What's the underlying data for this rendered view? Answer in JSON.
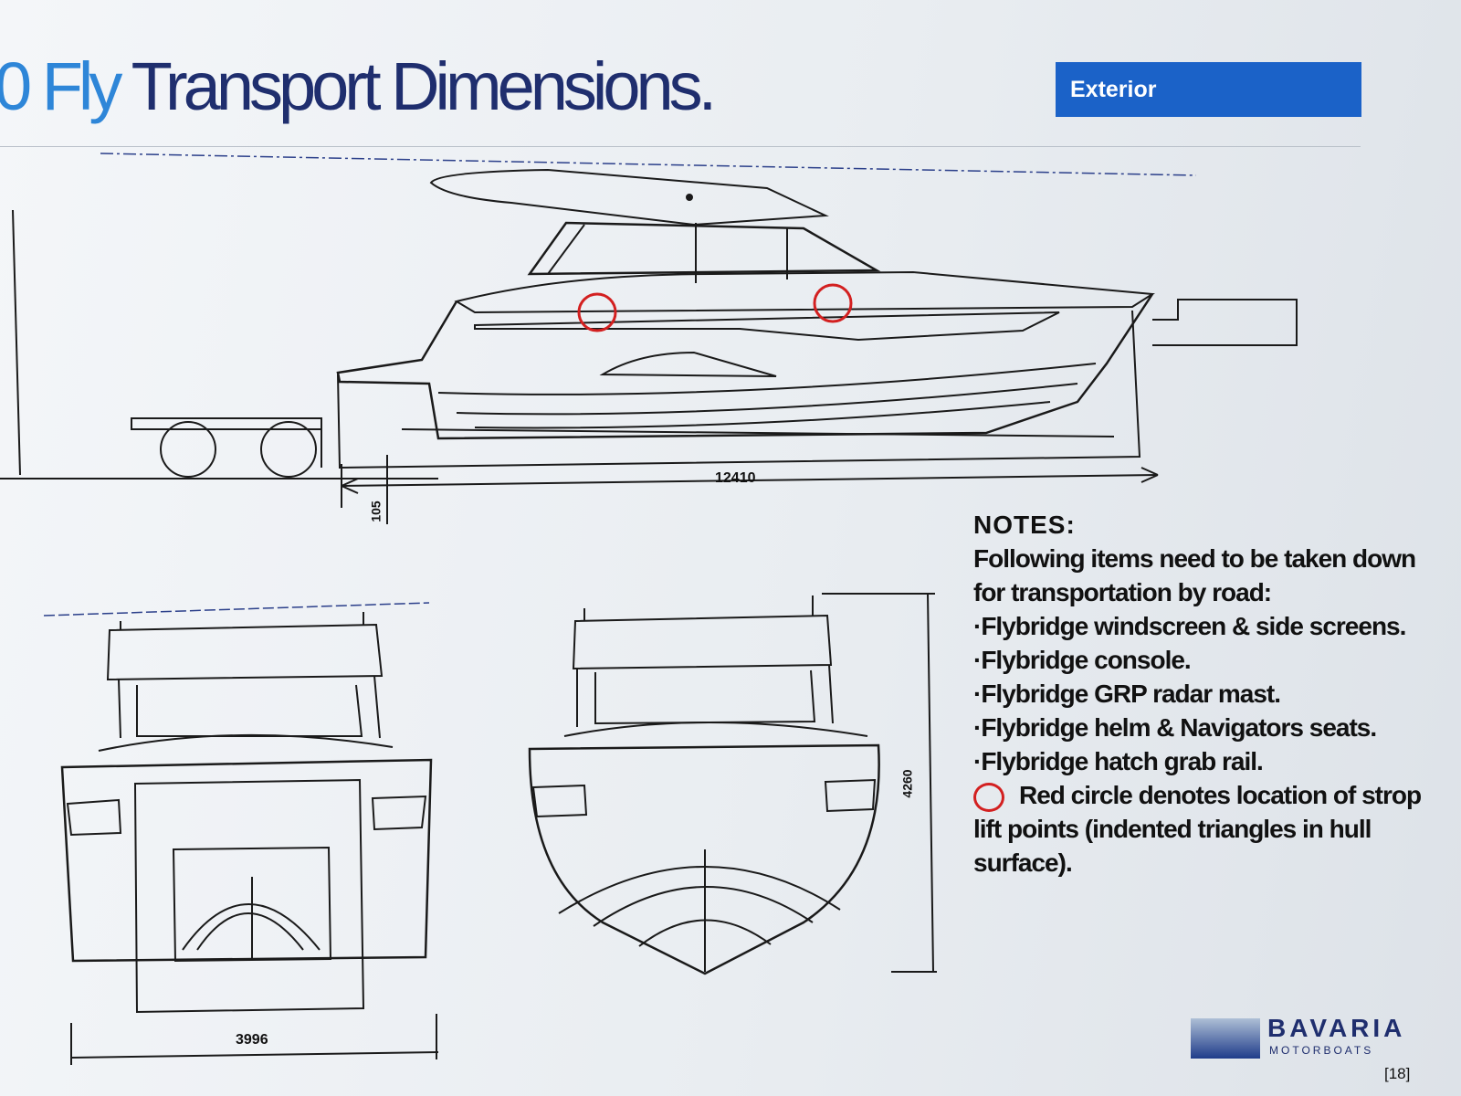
{
  "header": {
    "title_prefix": "0 Fly",
    "title_main": " Transport Dimensions.",
    "tab_label": "Exterior"
  },
  "dimensions": {
    "overall_length": "12410",
    "offset": "105",
    "beam": "3996",
    "height": "4260"
  },
  "notes": {
    "heading": "NOTES:",
    "intro": "Following items need to be taken down for transportation by road:",
    "items": [
      "·Flybridge windscreen & side screens.",
      "·Flybridge console.",
      "·Flybridge GRP radar mast.",
      "·Flybridge helm & Navigators seats.",
      "·Flybridge hatch grab rail."
    ],
    "legend": "Red circle denotes location of strop lift points (indented triangles in hull surface)."
  },
  "brand": {
    "name": "BAVARIA",
    "sub": "MOTORBOATS"
  },
  "page_number": "[18]",
  "colors": {
    "title_dark": "#1f2e6e",
    "title_accent": "#2e86d8",
    "tab_bg": "#1b62c8",
    "lift_point_red": "#d32020"
  }
}
